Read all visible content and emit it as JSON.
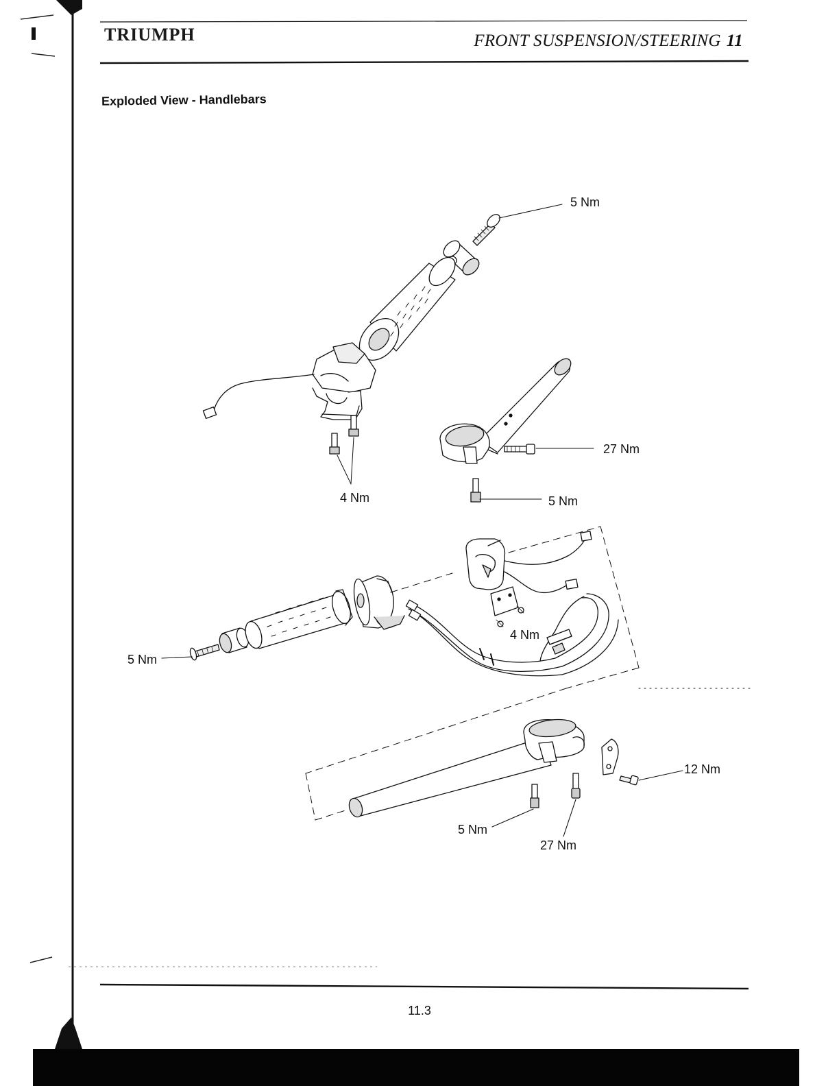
{
  "header": {
    "logo": "TRIUMPH",
    "section_title": "FRONT SUSPENSION/STEERING",
    "section_number": "11"
  },
  "page_heading": "Exploded View - Handlebars",
  "torque_labels": {
    "end_bolt_upper": "5 Nm",
    "clamp_bolt_upper": "27 Nm",
    "switch_screws_upper": "4 Nm",
    "pinch_bolt_upper": "5 Nm",
    "switch_screws_lower": "4 Nm",
    "end_bolt_lower": "5 Nm",
    "bracket_bolt": "12 Nm",
    "pinch_bolt_lower": "5 Nm",
    "clamp_bolt_lower": "27 Nm"
  },
  "page_number": "11.3"
}
